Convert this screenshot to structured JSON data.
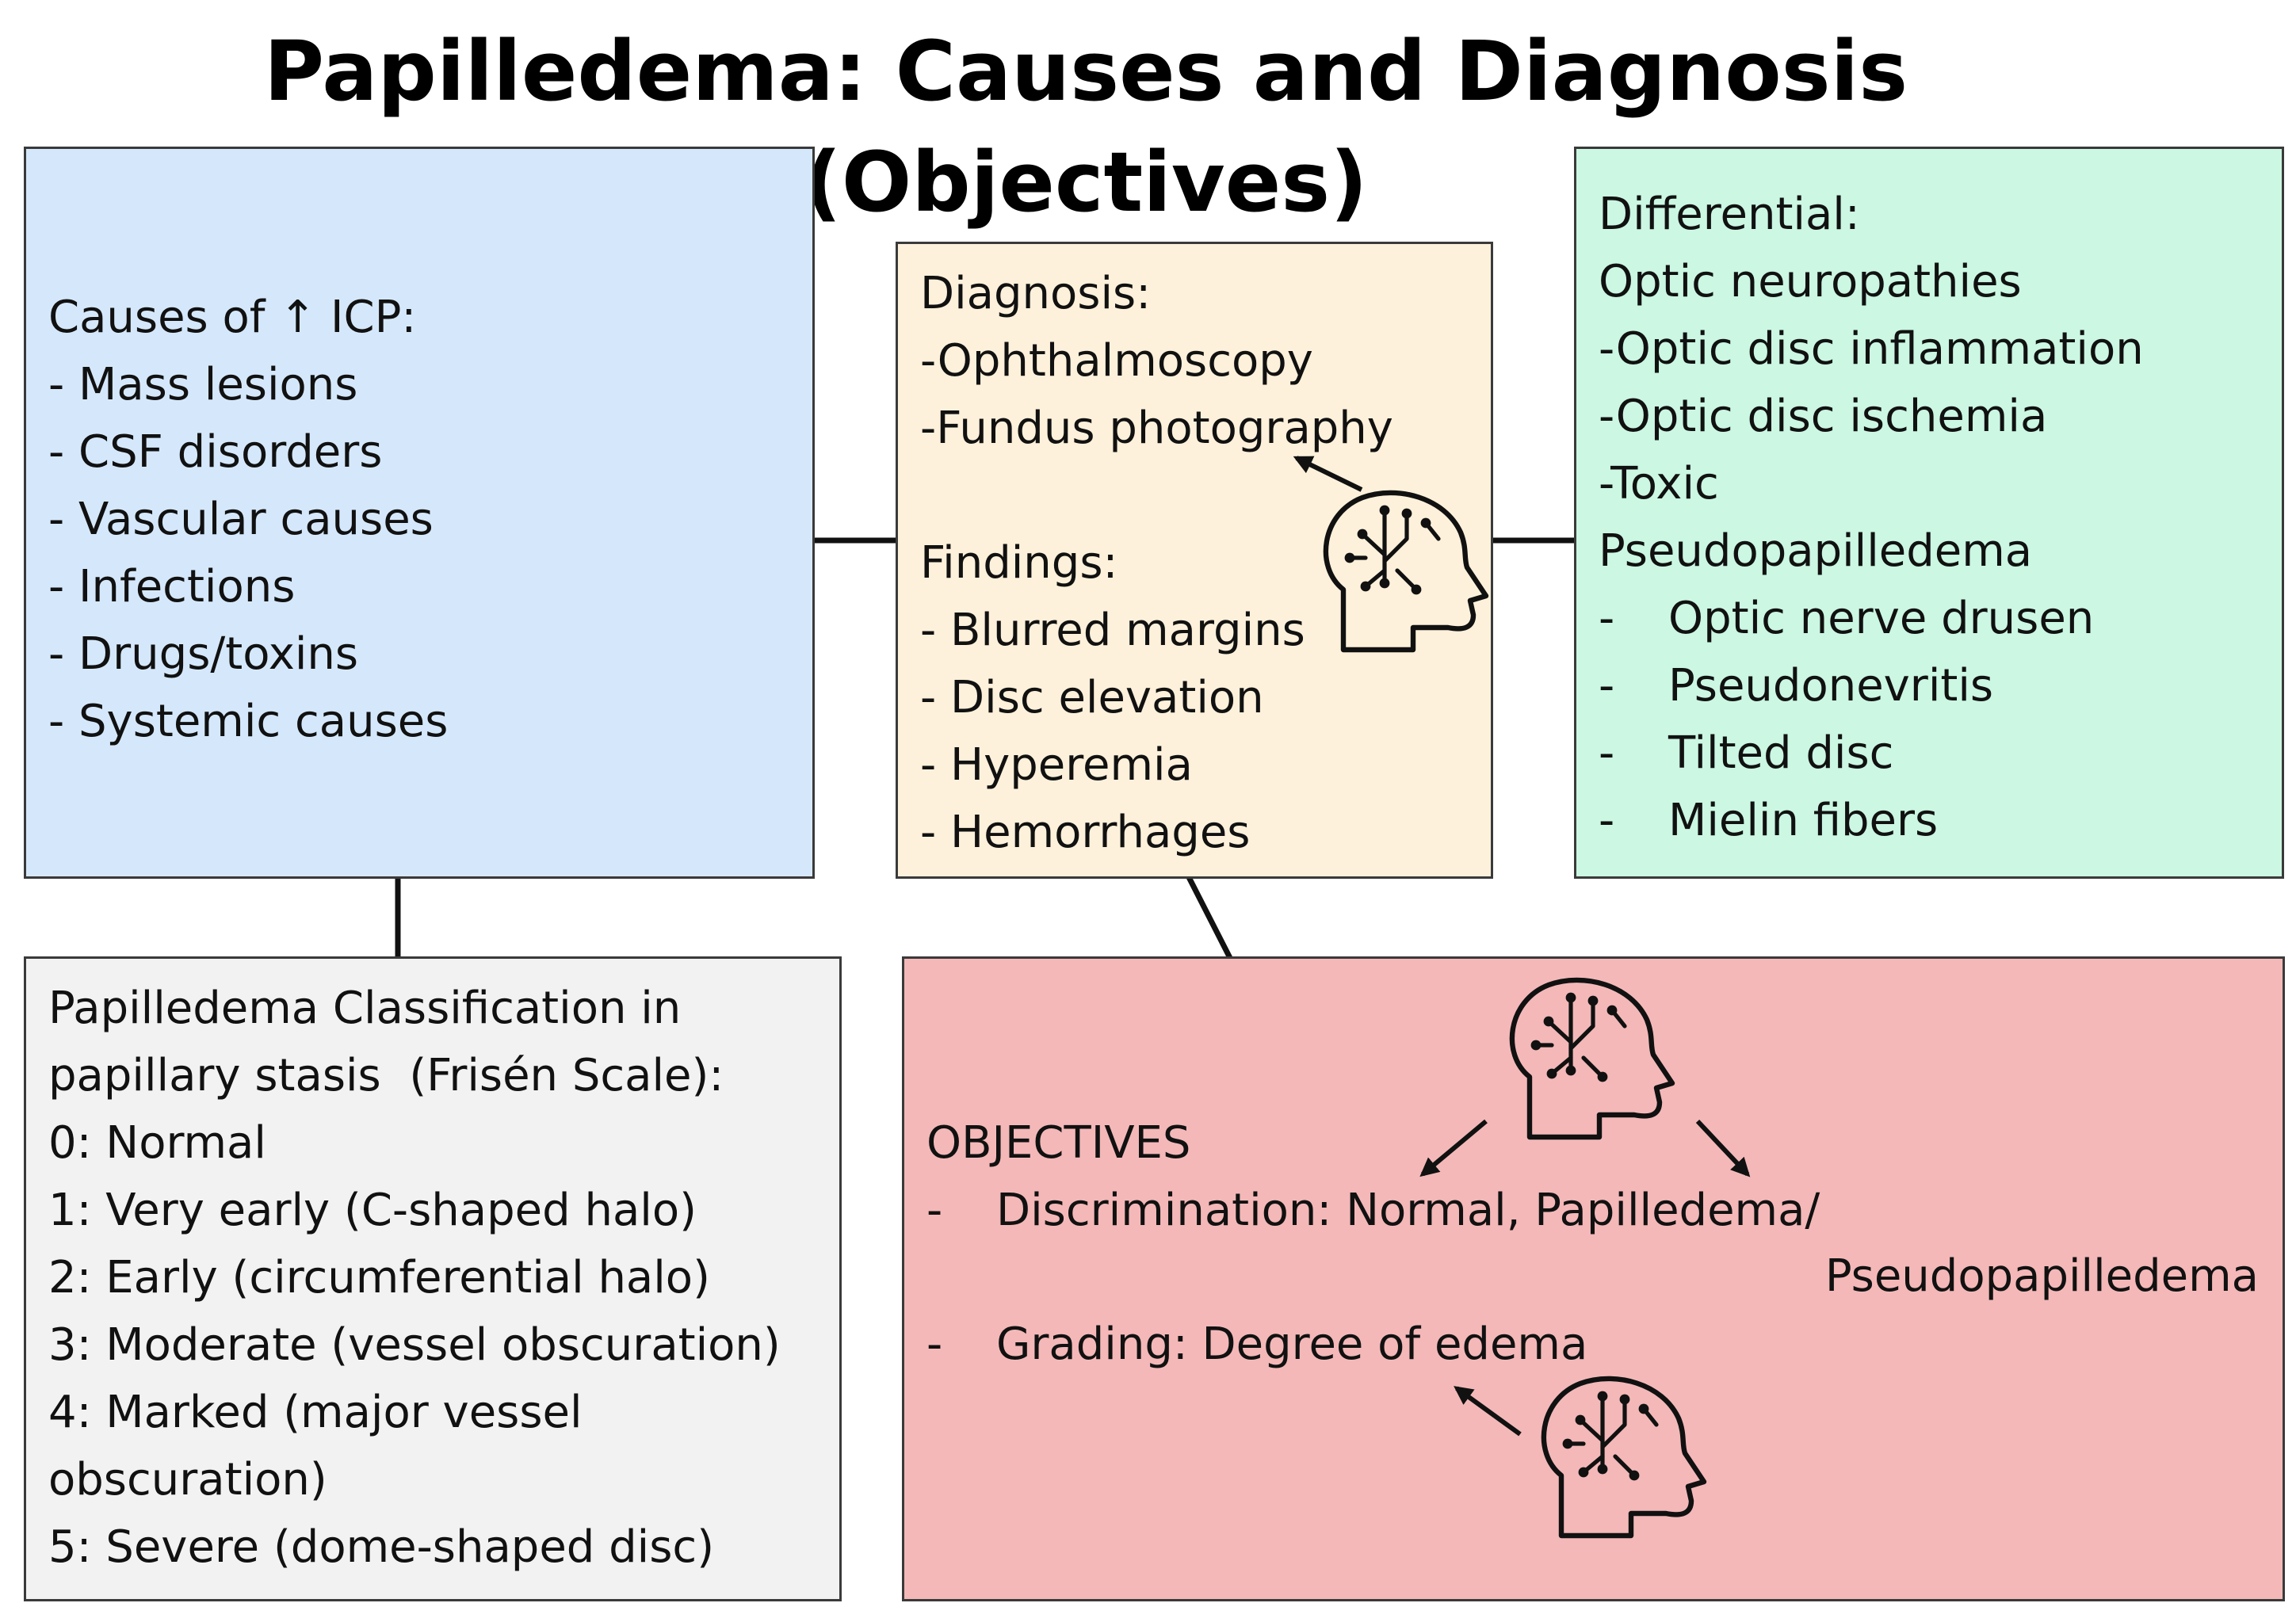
{
  "title": "Papilledema: Causes and Diagnosis (Objectives)",
  "causes": {
    "heading": "Causes of ↑ ICP:",
    "items": [
      "- Mass lesions",
      "- CSF disorders",
      "- Vascular causes",
      "- Infections",
      "- Drugs/toxins",
      "- Systemic causes"
    ]
  },
  "diagnosis": {
    "heading": "Diagnosis:",
    "methods": [
      "-Ophthalmoscopy",
      "-Fundus photography"
    ],
    "findings_heading": "Findings:",
    "findings": [
      "- Blurred margins",
      "- Disc elevation",
      "- Hyperemia",
      "- Hemorrhages"
    ]
  },
  "differential": {
    "heading": "Differential:",
    "group1": "Optic neuropathies",
    "group1_items": [
      "-Optic disc inflammation",
      "-Optic disc ischemia",
      "-Toxic"
    ],
    "group2": "Pseudopapilledema",
    "group2_items": [
      "Optic nerve drusen",
      "Pseudonevritis",
      "Tilted disc",
      "Mielin fibers"
    ]
  },
  "classification": {
    "heading_line1": "Papilledema Classification in",
    "heading_line2": "papillary stasis  (Frisén Scale):",
    "grades": [
      "0: Normal",
      "1: Very early (C-shaped halo)",
      "2: Early (circumferential halo)",
      "3: Moderate (vessel obscuration)",
      "4: Marked (major vessel",
      "obscuration)",
      "5: Severe (dome-shaped disc)"
    ]
  },
  "objectives": {
    "heading": "OBJECTIVES",
    "item1": "Discrimination: Normal, Papilledema/",
    "item1_cont": "Pseudopapilledema",
    "item2": "Grading: Degree of edema"
  },
  "icons": [
    "ai-brain-icon",
    "arrow-icon"
  ],
  "colors": {
    "causes_bg": "#d5e8fb",
    "diagnosis_bg": "#fef1db",
    "differential_bg": "#cbf7e3",
    "classification_bg": "#f2f2f2",
    "objectives_bg": "#f4b8b8"
  }
}
